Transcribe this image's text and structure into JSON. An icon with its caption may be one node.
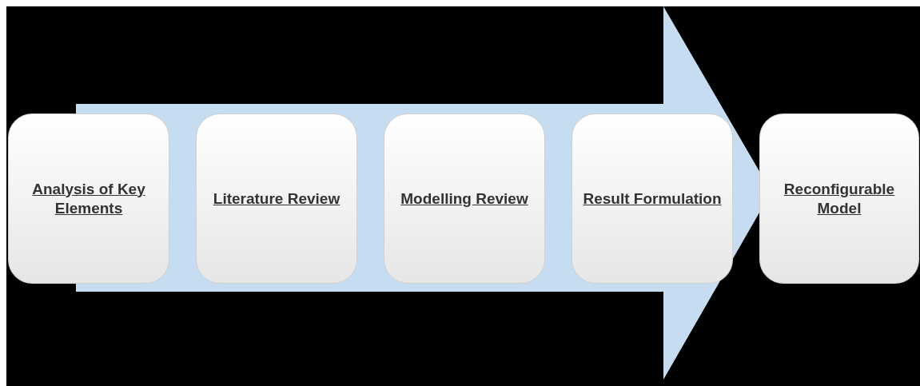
{
  "diagram": {
    "nodes": [
      {
        "text": [
          "Analysis of Key Elements"
        ]
      },
      {
        "text": [
          "Literature Review"
        ]
      },
      {
        "text": [
          "Modelling Review"
        ]
      },
      {
        "text": [
          "Result Formulation"
        ]
      },
      {
        "text": [
          "Reconfigurable Model"
        ]
      }
    ]
  }
}
